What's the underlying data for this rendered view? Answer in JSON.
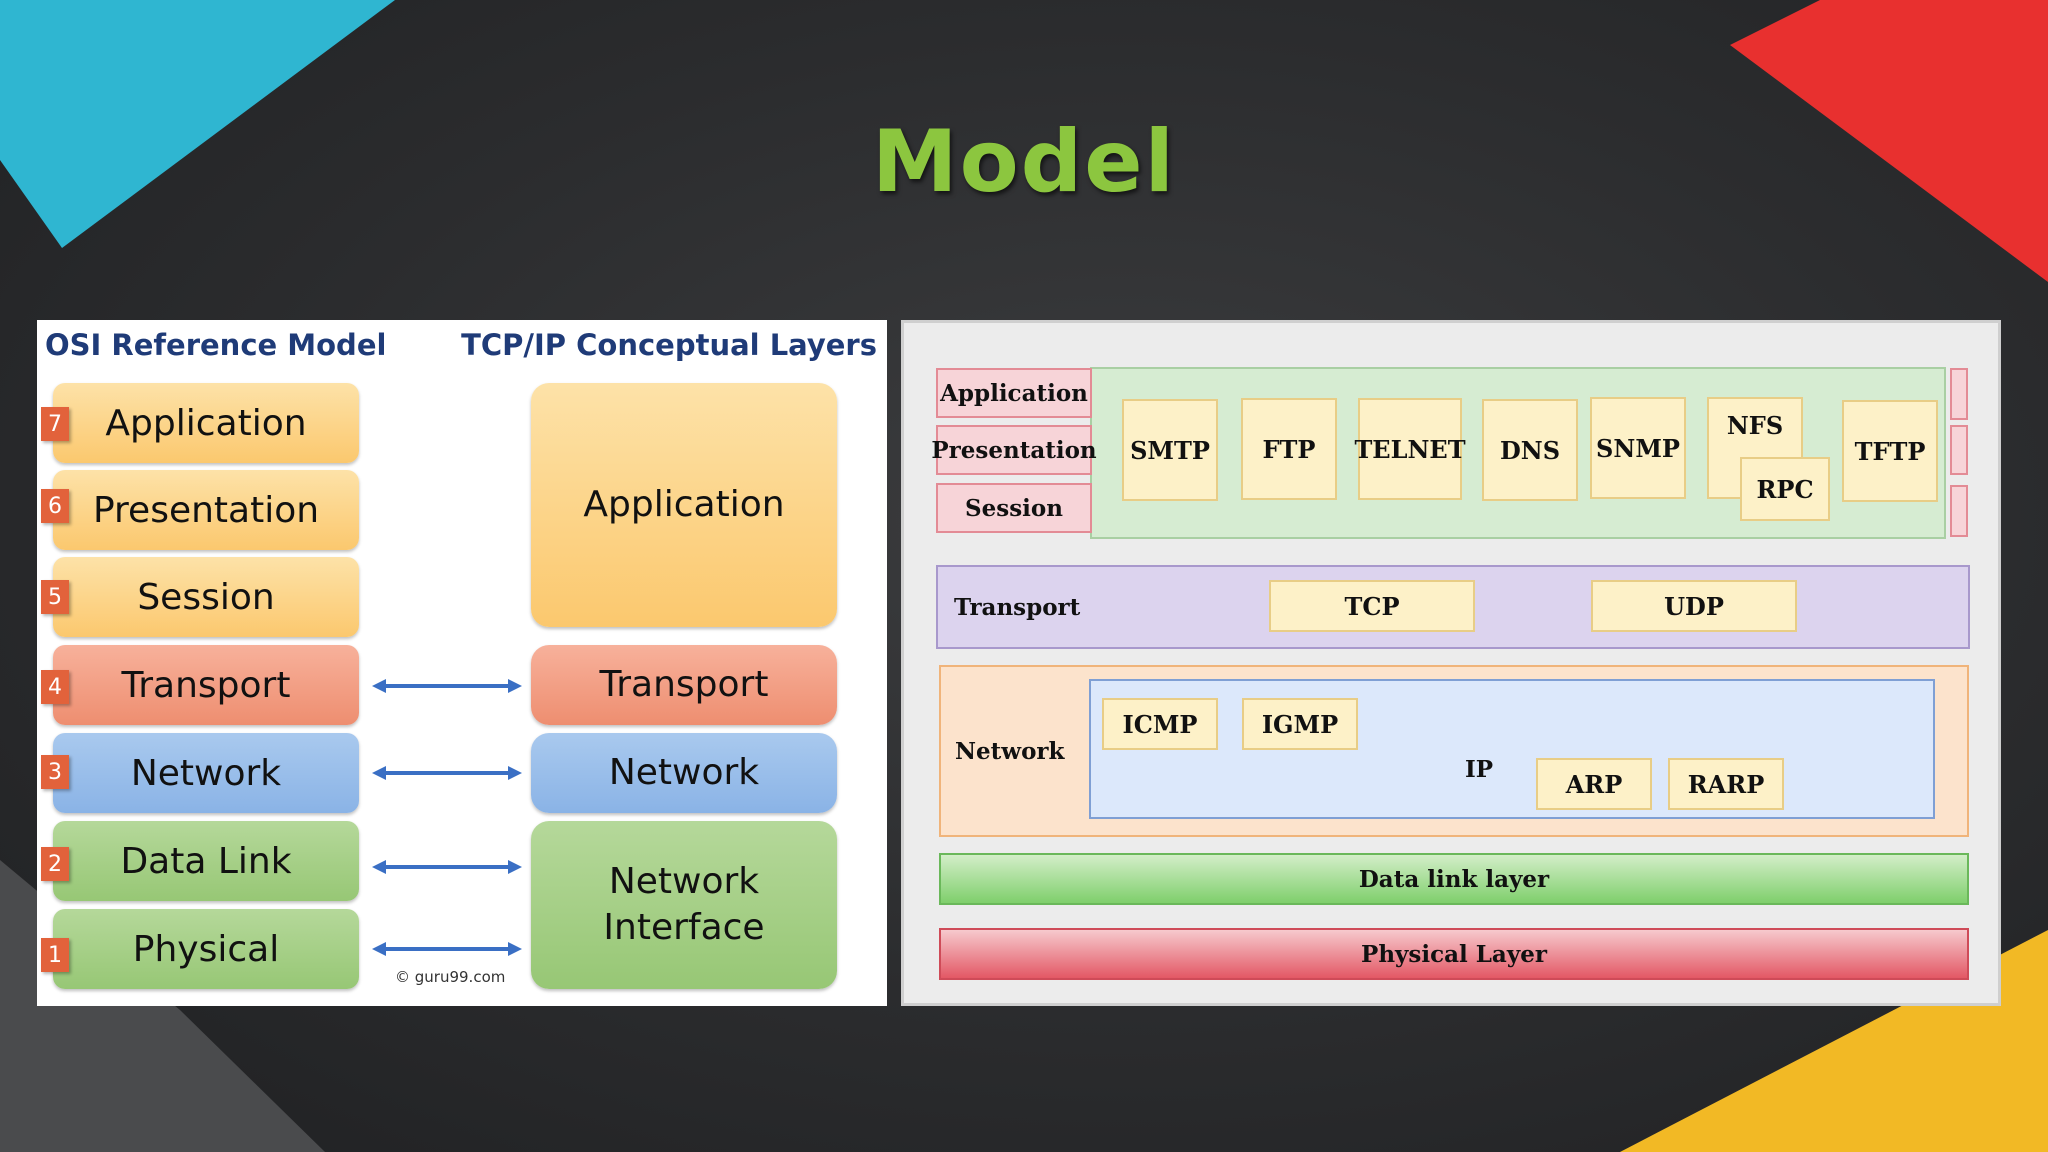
{
  "slide": {
    "title": "Model"
  },
  "colors": {
    "title": "#8cc63f",
    "background": "#2b2c2e",
    "corner_cyan": "#2fb6d1",
    "corner_red": "#e8302f",
    "corner_yellow": "#f2b925"
  },
  "left_figure": {
    "heading_osi": "OSI Reference Model",
    "heading_tcpip": "TCP/IP Conceptual Layers",
    "osi_layers": [
      {
        "num": "7",
        "name": "Application"
      },
      {
        "num": "6",
        "name": "Presentation"
      },
      {
        "num": "5",
        "name": "Session"
      },
      {
        "num": "4",
        "name": "Transport"
      },
      {
        "num": "3",
        "name": "Network"
      },
      {
        "num": "2",
        "name": "Data Link"
      },
      {
        "num": "1",
        "name": "Physical"
      }
    ],
    "tcpip_layers": {
      "application": "Application",
      "transport": "Transport",
      "network": "Network",
      "network_interface_line1": "Network",
      "network_interface_line2": "Interface"
    },
    "copyright": "© guru99.com"
  },
  "right_figure": {
    "upper_labels": {
      "application": "Application",
      "presentation": "Presentation",
      "session": "Session"
    },
    "app_protocols": {
      "smtp": "SMTP",
      "ftp": "FTP",
      "telnet": "TELNET",
      "dns": "DNS",
      "snmp": "SNMP",
      "nfs": "NFS",
      "rpc": "RPC",
      "tftp": "TFTP"
    },
    "transport": {
      "label": "Transport",
      "tcp": "TCP",
      "udp": "UDP"
    },
    "network": {
      "label": "Network",
      "icmp": "ICMP",
      "igmp": "IGMP",
      "ip": "IP",
      "arp": "ARP",
      "rarp": "RARP"
    },
    "data_link": "Data link layer",
    "physical": "Physical Layer"
  }
}
